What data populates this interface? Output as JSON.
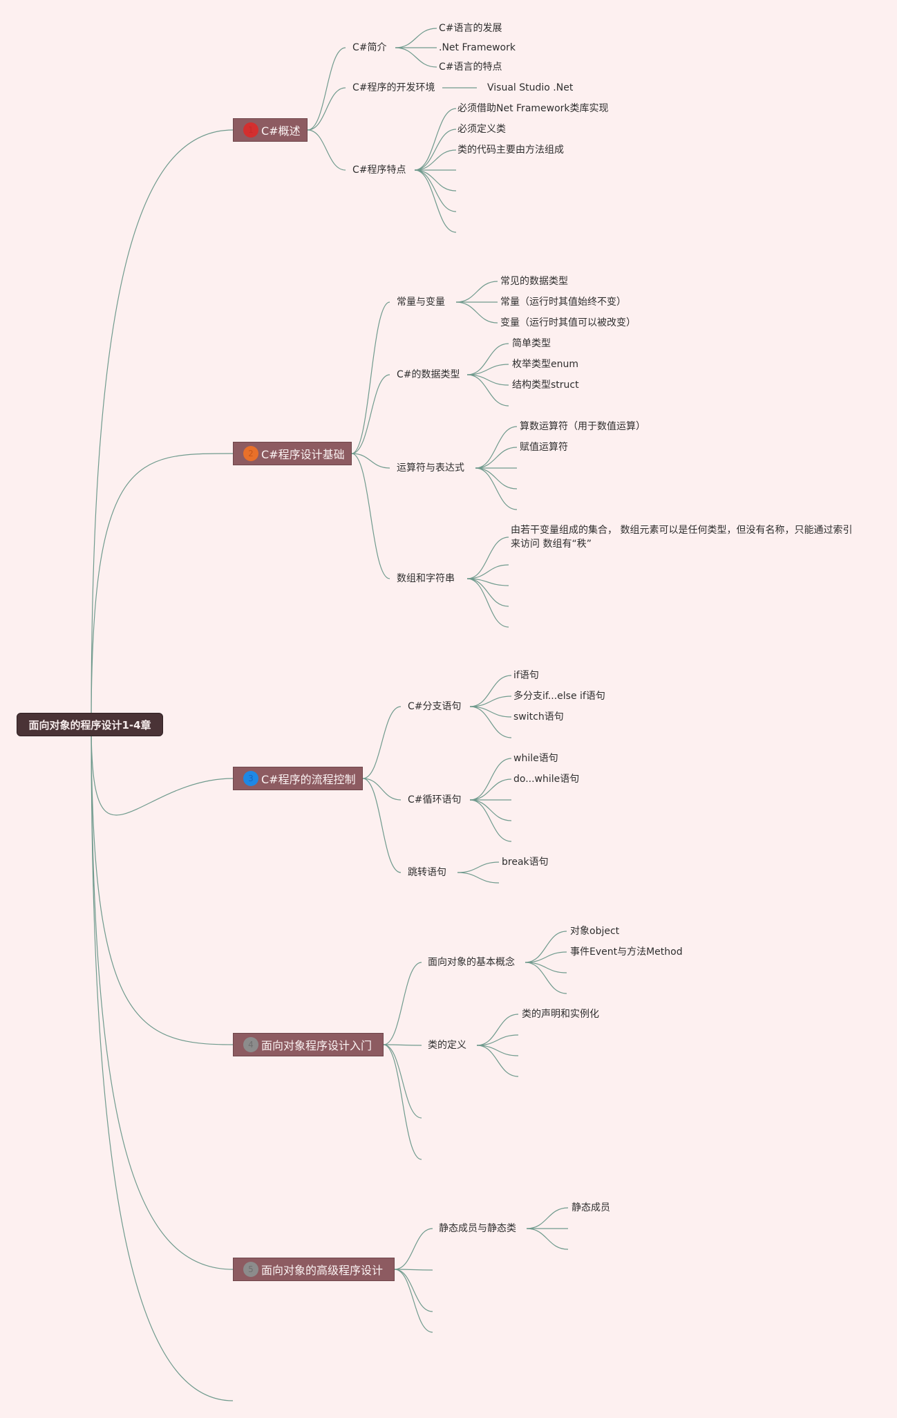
{
  "root": {
    "label": "面向对象的程序设计1-4章"
  },
  "colors": {
    "background": "#fdf0f0",
    "root_fill": "#4a3336",
    "chapter_fill": "#8d5b61",
    "connector": "#6f9a8d",
    "badge_1": "#d32f2f",
    "badge_2": "#e8702a",
    "badge_3": "#1e88e5",
    "badge_4": "#8c8c8c",
    "badge_5": "#8c8c8c"
  },
  "chapters": [
    {
      "num": "1",
      "label": "C#概述",
      "topics": [
        {
          "label": "C#简介",
          "leaves": [
            "C#语言的发展",
            ".Net Framework",
            "C#语言的特点"
          ]
        },
        {
          "label": "C#程序的开发环境",
          "leaves": [
            "Visual Studio .Net"
          ]
        },
        {
          "label": "C#程序特点",
          "leaves": [
            "必须借助Net Framework类库实现",
            "必须定义类",
            "类的代码主要由方法组成"
          ]
        }
      ]
    },
    {
      "num": "2",
      "label": "C#程序设计基础",
      "topics": [
        {
          "label": "常量与变量",
          "leaves": [
            "常见的数据类型",
            "常量（运行时其值始终不变）",
            "变量（运行时其值可以被改变）"
          ]
        },
        {
          "label": "C#的数据类型",
          "leaves": [
            "简单类型",
            "枚举类型enum",
            "结构类型struct"
          ]
        },
        {
          "label": "运算符与表达式",
          "leaves": [
            "算数运算符（用于数值运算）",
            "赋值运算符"
          ]
        },
        {
          "label": "数组和字符串",
          "leaves": [
            "由若干变量组成的集合， 数组元素可以是任何类型，但没有名称，只能通过索引来访问 数组有“秩”"
          ]
        }
      ]
    },
    {
      "num": "3",
      "label": "C#程序的流程控制",
      "topics": [
        {
          "label": "C#分支语句",
          "leaves": [
            "if语句",
            "多分支if...else if语句",
            "switch语句"
          ]
        },
        {
          "label": "C#循环语句",
          "leaves": [
            "while语句",
            "do...while语句"
          ]
        },
        {
          "label": "跳转语句",
          "leaves": [
            "break语句"
          ]
        }
      ]
    },
    {
      "num": "4",
      "label": "面向对象程序设计入门",
      "topics": [
        {
          "label": "面向对象的基本概念",
          "leaves": [
            "对象object",
            "事件Event与方法Method"
          ]
        },
        {
          "label": "类的定义",
          "leaves": [
            "类的声明和实例化"
          ]
        }
      ]
    },
    {
      "num": "5",
      "label": "面向对象的高级程序设计",
      "topics": [
        {
          "label": "静态成员与静态类",
          "leaves": [
            "静态成员"
          ]
        }
      ]
    }
  ]
}
